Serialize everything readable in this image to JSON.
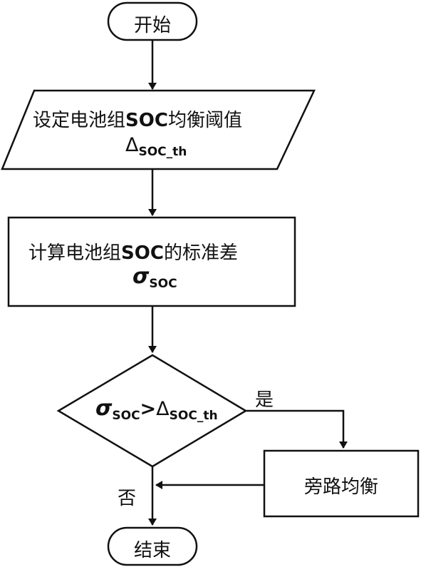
{
  "nodes": {
    "start": {
      "label": "开始"
    },
    "input": {
      "line1_prefix": "设定电池组",
      "line1_bold": "SOC",
      "line1_suffix": "均衡阈值",
      "line2_symbol": "Δ",
      "line2_sub": "SOC_th"
    },
    "process": {
      "line1_prefix": "计算电池组",
      "line1_bold": "SOC",
      "line1_suffix": "的标准差",
      "line2_symbol": "σ",
      "line2_sub": "SOC"
    },
    "decision": {
      "sigma": "σ",
      "sigma_sub": "SOC",
      "gt": ">",
      "delta": "Δ",
      "delta_sub": "SOC_th"
    },
    "bypass": {
      "label": "旁路均衡"
    },
    "end": {
      "label": "结束"
    }
  },
  "edges": {
    "yes_label": "是",
    "no_label": "否"
  },
  "colors": {
    "line": "#111111",
    "background": "#ffffff"
  }
}
